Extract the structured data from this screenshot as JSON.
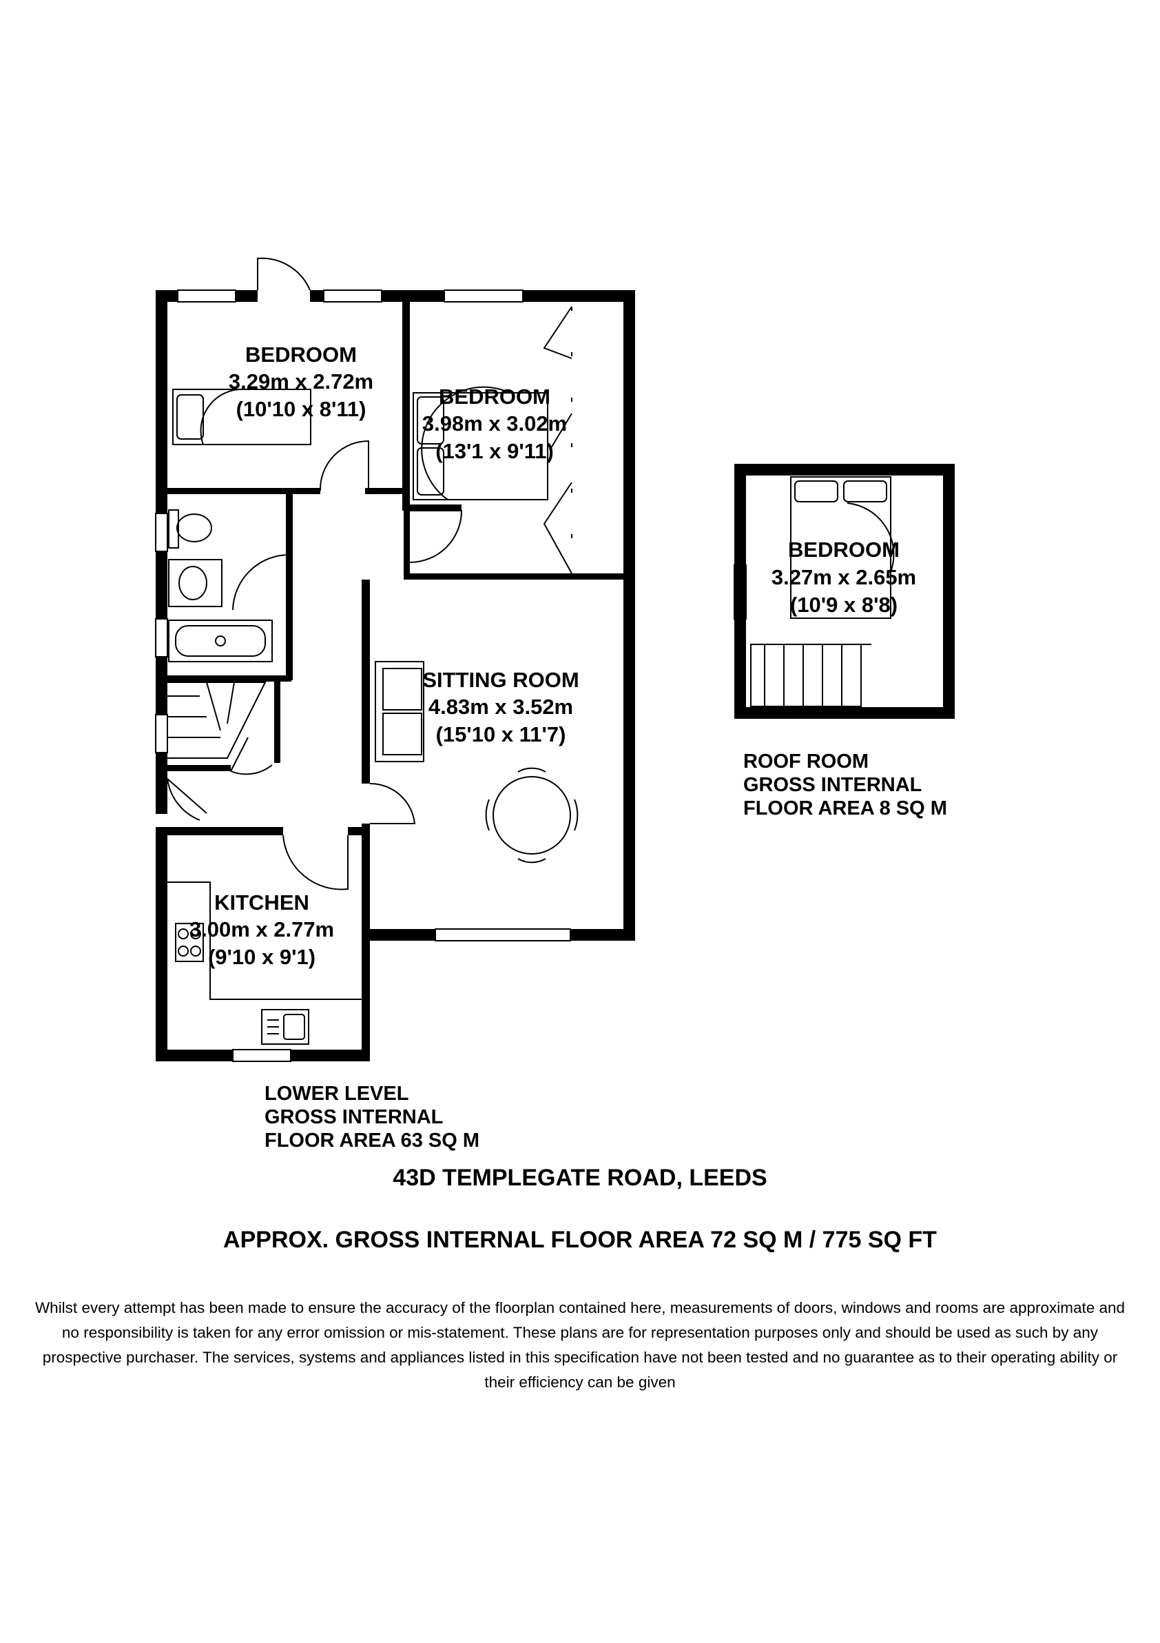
{
  "lower_level": {
    "caption": [
      "LOWER LEVEL",
      "GROSS INTERNAL",
      "FLOOR AREA 63 SQ M"
    ],
    "rooms": {
      "bedroom_1": {
        "name": "BEDROOM",
        "metric": "3.29m x 2.72m",
        "imperial": "(10'10 x 8'11)"
      },
      "bedroom_2": {
        "name": "BEDROOM",
        "metric": "3.98m x 3.02m",
        "imperial": "(13'1 x 9'11)"
      },
      "sitting_room": {
        "name": "SITTING ROOM",
        "metric": "4.83m x 3.52m",
        "imperial": "(15'10 x 11'7)"
      },
      "kitchen": {
        "name": "KITCHEN",
        "metric": "3.00m x 2.77m",
        "imperial": "(9'10 x 9'1)"
      }
    }
  },
  "roof_room": {
    "caption": [
      "ROOF ROOM",
      "GROSS INTERNAL",
      "FLOOR AREA 8 SQ M"
    ],
    "rooms": {
      "bedroom_3": {
        "name": "BEDROOM",
        "metric": "3.27m x 2.65m",
        "imperial": "(10'9 x 8'8)"
      }
    }
  },
  "address": "43D TEMPLEGATE ROAD, LEEDS",
  "total_area": "APPROX. GROSS INTERNAL FLOOR AREA 72 SQ M / 775 SQ FT",
  "disclaimer": "Whilst every attempt has been made to ensure the accuracy of the floorplan contained here, measurements of doors, windows and rooms are approximate and no responsibility is taken for any error omission or mis-statement. These plans are for representation purposes only and should be used as such by any prospective purchaser. The services, systems and appliances listed in this specification have not been tested and no guarantee as to their operating ability or their efficiency can be given",
  "colors": {
    "wall": "#000000",
    "fixture": "#000000",
    "background": "#ffffff"
  }
}
